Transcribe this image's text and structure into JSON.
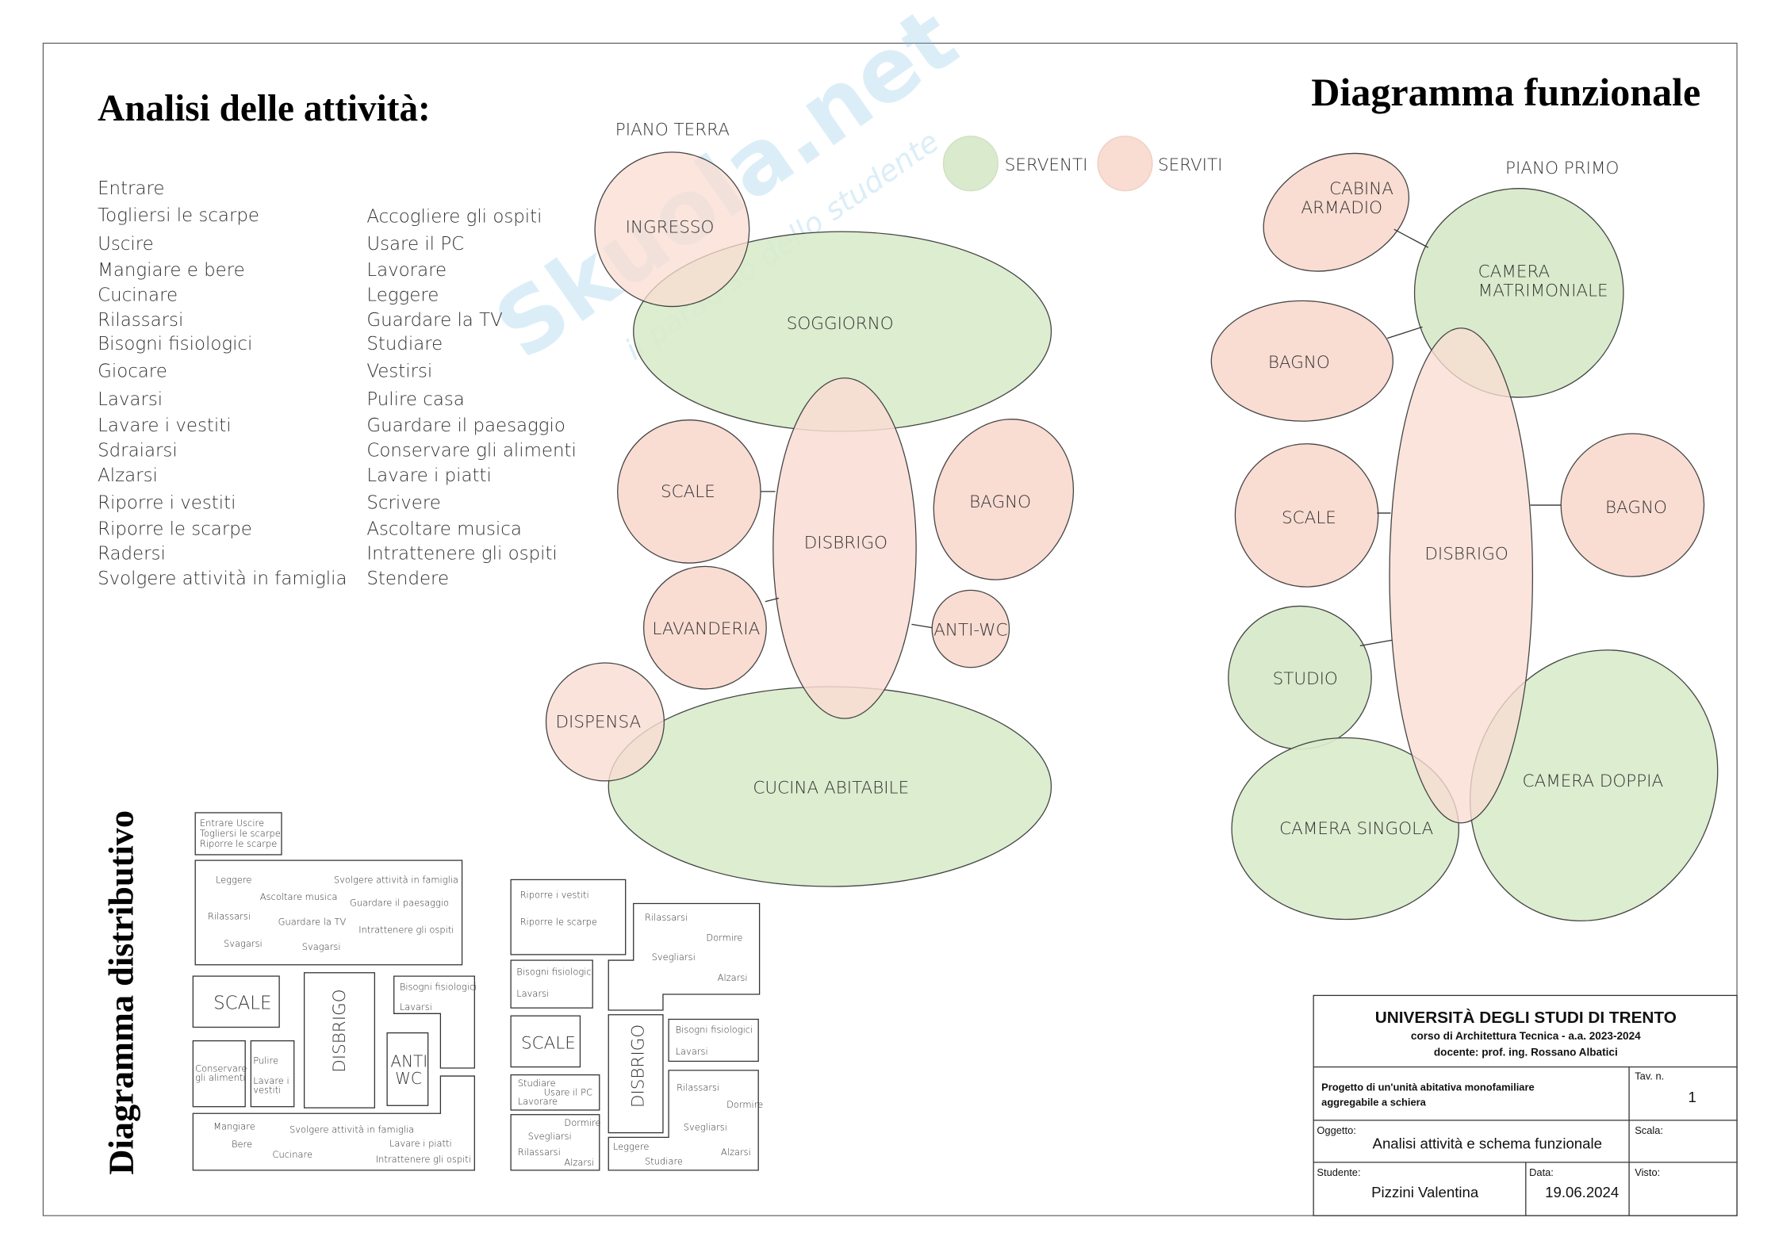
{
  "colors": {
    "serventi": "#d9ebcc",
    "serviti": "#f9dcd2"
  },
  "watermark": {
    "brand": "Skuola.net",
    "tagline": "il paradiso dello studente"
  },
  "analisi": {
    "title": "Analisi delle attività:",
    "col1": [
      "Entrare",
      "Togliersi le scarpe",
      "Uscire",
      "Mangiare e bere",
      "Cucinare",
      "Rilassarsi",
      "Bisogni fisiologici",
      "Giocare",
      "Lavarsi",
      "Lavare i vestiti",
      "Sdraiarsi",
      "Alzarsi",
      "Riporre i vestiti",
      "Riporre le scarpe",
      "Radersi",
      "Svolgere attività in famiglia"
    ],
    "col2": [
      "Accogliere gli ospiti",
      "Usare il PC",
      "Lavorare",
      "Leggere",
      "Guardare la TV",
      "Studiare",
      "Vestirsi",
      "Pulire casa",
      "Guardare il paesaggio",
      "Conservare gli alimenti",
      "Lavare i piatti",
      "Scrivere",
      "Ascoltare musica",
      "Intrattenere gli ospiti",
      "Stendere"
    ]
  },
  "funzionale": {
    "title": "Diagramma funzionale",
    "legend": {
      "serventi": "SERVENTI",
      "serviti": "SERVITI"
    },
    "piano_terra": {
      "label": "PIANO TERRA",
      "rooms": {
        "ingresso": "INGRESSO",
        "soggiorno": "SOGGIORNO",
        "disbrigo": "DISBRIGO",
        "scale": "SCALE",
        "bagno": "BAGNO",
        "lavanderia": "LAVANDERIA",
        "antiwc": "ANTI-WC",
        "dispensa": "DISPENSA",
        "cucina": "CUCINA ABITABILE"
      }
    },
    "piano_primo": {
      "label": "PIANO PRIMO",
      "rooms": {
        "cabina1": "CABINA",
        "cabina2": "ARMADIO",
        "matr1": "CAMERA",
        "matr2": "MATRIMONIALE",
        "bagno1": "BAGNO",
        "disbrigo": "DISBRIGO",
        "scale": "SCALE",
        "bagno2": "BAGNO",
        "studio": "STUDIO",
        "singola": "CAMERA SINGOLA",
        "doppia": "CAMERA DOPPIA"
      }
    }
  },
  "distributivo": {
    "title": "Diagramma distributivo",
    "terra": {
      "ingresso": [
        "Entrare   Uscire",
        "Togliersi le scarpe",
        "Riporre le scarpe"
      ],
      "soggiorno": [
        "Leggere",
        "Svolgere attività in famiglia",
        "Ascoltare musica",
        "Guardare il paesaggio",
        "Rilassarsi",
        "Guardare la TV",
        "Intrattenere gli ospiti",
        "Svagarsi",
        "Svagarsi"
      ],
      "scale": "SCALE",
      "disbrigo": "DISBRIGO",
      "bagno": [
        "Bisogni fisiologici",
        "Lavarsi"
      ],
      "antiwc": [
        "ANTI",
        "WC"
      ],
      "dispensa": [
        "Conservare",
        "gli alimenti"
      ],
      "lavanderia": [
        "Pulire",
        "Lavare i",
        "vestiti"
      ],
      "cucina": [
        "Mangiare",
        "Svolgere attività in famiglia",
        "Bere",
        "Lavare i piatti",
        "Cucinare",
        "Intrattenere gli ospiti"
      ]
    },
    "primo": {
      "cabina": [
        "Riporre i vestiti",
        "Riporre le scarpe"
      ],
      "matrimoniale": [
        "Rilassarsi",
        "Dormire",
        "Svegliarsi",
        "Alzarsi"
      ],
      "bagno1": [
        "Bisogni fisiologici",
        "Lavarsi"
      ],
      "scale": "SCALE",
      "disbrigo": "DISBRIGO",
      "studio": [
        "Studiare",
        "Usare il PC",
        "Lavorare"
      ],
      "singola": [
        "Dormire",
        "Svegliarsi",
        "Rilassarsi",
        "Alzarsi"
      ],
      "bagno2": [
        "Bisogni fisiologici",
        "Lavarsi"
      ],
      "doppia": [
        "Rilassarsi",
        "Dormire",
        "Svegliarsi",
        "Leggere",
        "Alzarsi",
        "Studiare"
      ]
    }
  },
  "cartiglio": {
    "university": "UNIVERSITÀ  DEGLI STUDI DI TRENTO",
    "course": "corso di Architettura Tecnica - a.a. 2023-2024",
    "teacher": "docente: prof. ing. Rossano Albatici",
    "project1": "Progetto di un'unità abitativa monofamiliare",
    "project2": "aggregabile a schiera",
    "tav_label": "Tav. n.",
    "tav_value": "1",
    "oggetto_label": "Oggetto:",
    "oggetto_value": "Analisi attività e schema funzionale",
    "scala_label": "Scala:",
    "studente_label": "Studente:",
    "studente_value": "Pizzini Valentina",
    "data_label": "Data:",
    "data_value": "19.06.2024",
    "visto_label": "Visto:"
  }
}
